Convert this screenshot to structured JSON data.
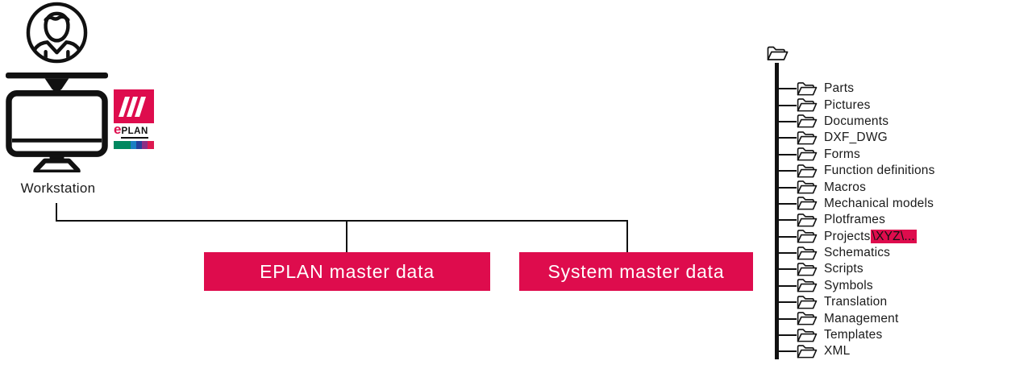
{
  "colors": {
    "accent": "#DE0C4D",
    "line": "#111111",
    "logo_bar": [
      "#00875F",
      "#1B7FC3",
      "#27409B",
      "#8C2E84",
      "#DD1950"
    ]
  },
  "workstation": {
    "label": "Workstation"
  },
  "logo": {
    "e": "e",
    "plan": "PLAN"
  },
  "boxes": [
    {
      "label": "EPLAN master data"
    },
    {
      "label": "System master data"
    }
  ],
  "tree": {
    "root_icon": "open-folder",
    "items": [
      {
        "label": "Parts"
      },
      {
        "label": "Pictures"
      },
      {
        "label": "Documents"
      },
      {
        "label": "DXF_DWG"
      },
      {
        "label": "Forms"
      },
      {
        "label": "Function definitions"
      },
      {
        "label": "Macros"
      },
      {
        "label": "Mechanical models"
      },
      {
        "label": "Plotframes"
      },
      {
        "label": "Projects",
        "highlight": "\\XYZ\\..."
      },
      {
        "label": "Schematics"
      },
      {
        "label": "Scripts"
      },
      {
        "label": "Symbols"
      },
      {
        "label": "Translation"
      },
      {
        "label": "Management"
      },
      {
        "label": "Templates"
      },
      {
        "label": "XML"
      }
    ]
  }
}
